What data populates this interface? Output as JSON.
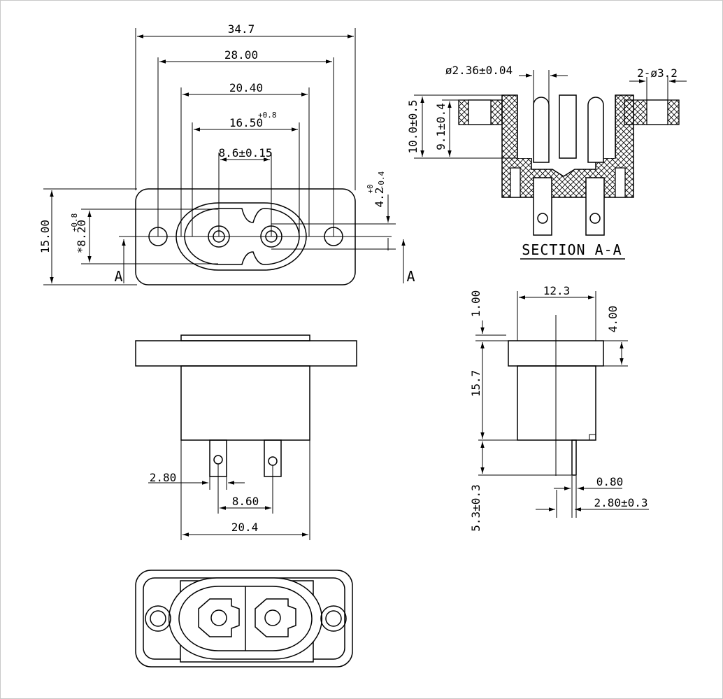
{
  "top_view": {
    "dim_overall_width": "34.7",
    "dim_hole_pitch": "28.00",
    "dim_body_width": "20.40",
    "dim_opening_width": "16.50",
    "dim_opening_tol": "+0.8",
    "dim_pin_pitch": "8.6±0.15",
    "dim_height": "15.00",
    "dim_opening_height": "*8.20",
    "dim_opening_height_tol": "+0.8",
    "dim_step": "4.2",
    "dim_step_tol_upper": "+0",
    "dim_step_tol_lower": "-0.4",
    "section_mark_left": "A",
    "section_mark_right": "A"
  },
  "section_view": {
    "dim_pin_dia": "ø2.36±0.04",
    "dim_hole_label": "2-ø3.2",
    "dim_total_depth": "10.0±0.5",
    "dim_inner_depth": "9.1±0.4",
    "title": "SECTION A-A"
  },
  "front_view": {
    "dim_tab_width": "2.80",
    "dim_tab_pitch": "8.60",
    "dim_body_width": "20.4"
  },
  "side_view": {
    "dim_width": "12.3",
    "dim_flange_thickness": "1.00",
    "dim_flange_height": "4.00",
    "dim_body_height": "15.7",
    "dim_tab_length": "5.3±0.3",
    "dim_tab_thickness": "0.80",
    "dim_tab_width": "2.80±0.3"
  }
}
